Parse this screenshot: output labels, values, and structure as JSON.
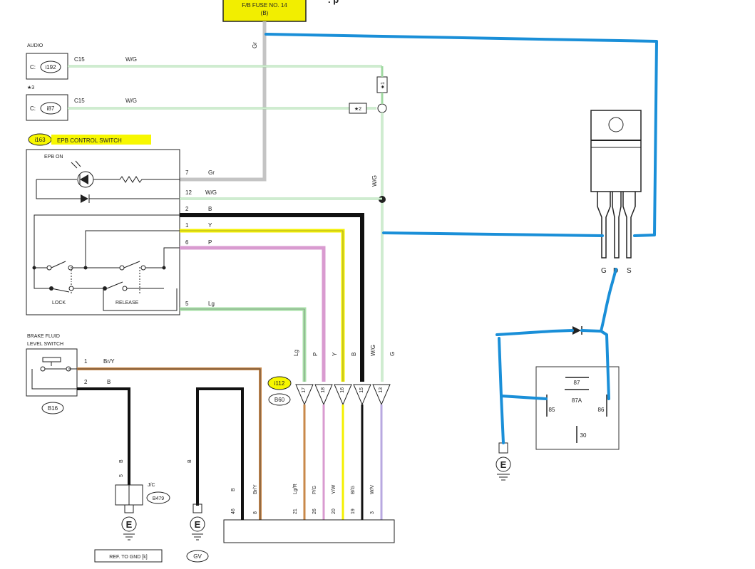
{
  "fuse": {
    "line1": "F/B FUSE NO. 14",
    "line2": "(B)",
    "wire": "Gr"
  },
  "audio": {
    "title": "AUDIO",
    "connector_prefix": "C:",
    "connector": "i192",
    "pin": "C15",
    "wire": "W/G"
  },
  "star3": {
    "title": "★3",
    "connector_prefix": "C:",
    "connector": "i87",
    "pin": "C15",
    "wire": "W/G"
  },
  "splice_marks": {
    "star1": "★1",
    "star2": "★2"
  },
  "epb": {
    "connector": "i163",
    "title": "EPB CONTROL SWITCH",
    "led_label": "EPB ON",
    "lock_label": "LOCK",
    "release_label": "RELEASE",
    "pins": [
      {
        "pin": "7",
        "wire": "Gr"
      },
      {
        "pin": "12",
        "wire": "W/G"
      },
      {
        "pin": "2",
        "wire": "B"
      },
      {
        "pin": "1",
        "wire": "Y"
      },
      {
        "pin": "6",
        "wire": "P"
      },
      {
        "pin": "5",
        "wire": "Lg"
      }
    ]
  },
  "brake_fluid": {
    "title_line1": "BRAKE FLUID",
    "title_line2": "LEVEL SWITCH",
    "connector": "B16",
    "pins": [
      {
        "pin": "1",
        "wire": "Br/Y"
      },
      {
        "pin": "2",
        "wire": "B"
      }
    ]
  },
  "vertical_wire_labels": {
    "wg": "W/G",
    "lg": "Lg",
    "p": "P",
    "y": "Y",
    "b": "B",
    "wg2": "W/G",
    "g": "G"
  },
  "connector_i112": {
    "id": "i112",
    "sub": "B60",
    "pins": [
      "17",
      "18",
      "16",
      "15",
      "13"
    ]
  },
  "jc": {
    "title": "J/C",
    "connector": "B479",
    "pin": "5",
    "wire": "B",
    "ground_ref": "REF. TO GND [k]"
  },
  "gv": {
    "wire": "B",
    "ground": "GV"
  },
  "ecm_pins": [
    {
      "pin": "46",
      "wire": "B"
    },
    {
      "pin": "8",
      "wire": "Br/Y"
    },
    {
      "pin": "21",
      "wire": "Lg/R"
    },
    {
      "pin": "26",
      "wire": "P/G"
    },
    {
      "pin": "20",
      "wire": "Y/W"
    },
    {
      "pin": "19",
      "wire": "B/G"
    },
    {
      "pin": "3",
      "wire": "W/V"
    }
  ],
  "mosfet": {
    "g": "G",
    "d": "D",
    "s": "S"
  },
  "relay": {
    "p87": "87",
    "p87a": "87A",
    "p85": "85",
    "p86": "86",
    "p30": "30"
  },
  "ground_symbol": "E",
  "colors": {
    "annotation_blue": "#1a8fd8",
    "highlight": "#f7f700",
    "wire_gr": "#c4c4c4",
    "wire_wg": "#9fd9a0",
    "wire_lg": "#a8e0a8",
    "wire_p": "#d99bd0",
    "wire_y": "#f4f000",
    "wire_b": "#111111",
    "wire_bry": "#c9884a"
  }
}
